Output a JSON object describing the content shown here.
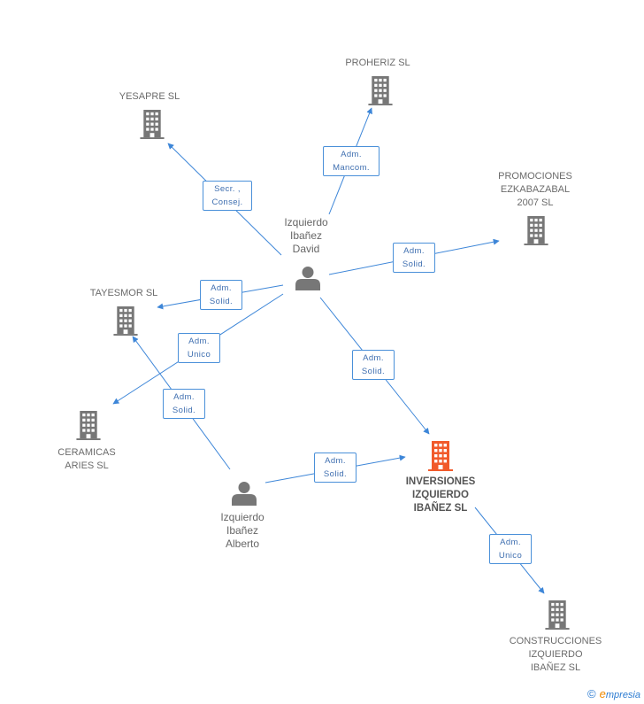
{
  "companies": {
    "proheriz": "PROHERIZ SL",
    "yesapre": "YESAPRE SL",
    "promociones": "PROMOCIONES\nEZKABAZABAL\n2007 SL",
    "tayesmor": "TAYESMOR SL",
    "ceramicas": "CERAMICAS\nARIES SL",
    "inversiones": "INVERSIONES\nIZQUIERDO\nIBAÑEZ SL",
    "construcciones": "CONSTRUCCIONES\nIZQUIERDO\nIBAÑEZ SL"
  },
  "persons": {
    "david": "Izquierdo\nIbañez\nDavid",
    "alberto": "Izquierdo\nIbañez\nAlberto"
  },
  "relations": {
    "david_proheriz": "Adm.\nMancom.",
    "david_yesapre": "Secr. ,\nConsej.",
    "david_promociones": "Adm.\nSolid.",
    "david_tayesmor": "Adm.\nSolid.",
    "david_ceramicas": "Adm.\nUnico",
    "david_inversiones": "Adm.\nSolid.",
    "alberto_tayesmor": "Adm.\nSolid.",
    "alberto_inversiones": "Adm.\nSolid.",
    "inversiones_construcciones": "Adm.\nUnico"
  },
  "colors": {
    "edge": "#3d86d8",
    "building": "#777777",
    "focus_building": "#f15a2b",
    "person": "#777777"
  },
  "footer": {
    "copyright": "©",
    "brand_initial": "e",
    "brand_rest": "mpresia"
  }
}
